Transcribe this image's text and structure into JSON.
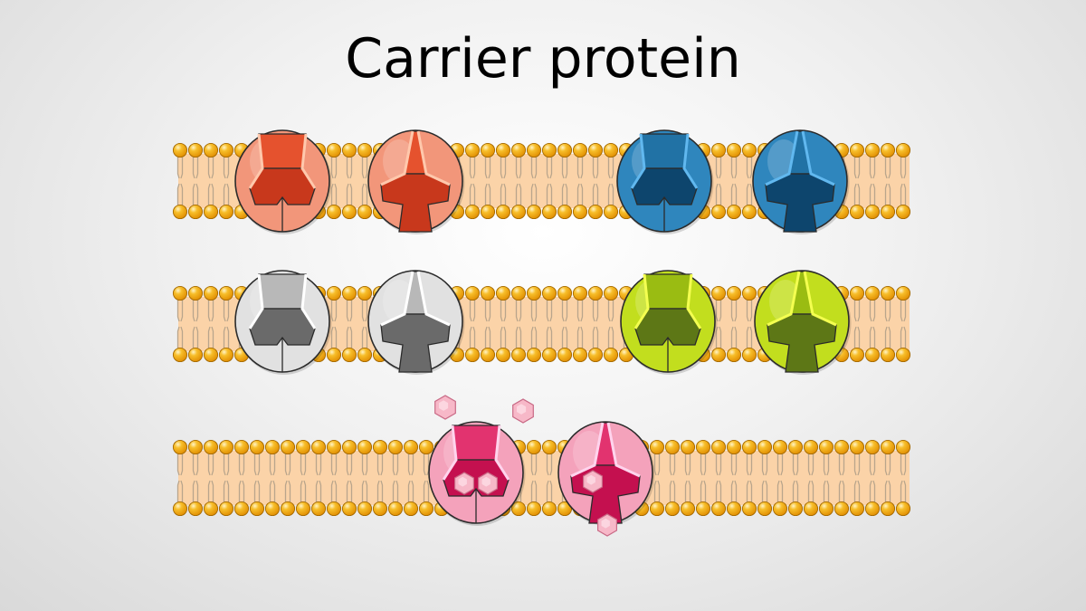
{
  "title": "Carrier protein",
  "colors": {
    "membrane_fill": "#fbd3a8",
    "head_fill": "#f3a710",
    "head_stroke": "#a56a00",
    "tail_stroke": "#b9a58c",
    "protein_outline": "#2b2b2b",
    "solute_fill": "#f7b8c8"
  },
  "membranes": [
    {
      "name": "membrane-row-1",
      "proteins": [
        {
          "theme": "orange",
          "state": "outward-closed"
        },
        {
          "theme": "orange",
          "state": "inward-open"
        },
        {
          "theme": "blue",
          "state": "outward-closed"
        },
        {
          "theme": "blue",
          "state": "inward-open"
        }
      ]
    },
    {
      "name": "membrane-row-2",
      "proteins": [
        {
          "theme": "gray",
          "state": "outward-closed"
        },
        {
          "theme": "gray",
          "state": "inward-open"
        },
        {
          "theme": "green",
          "state": "outward-closed"
        },
        {
          "theme": "green",
          "state": "inward-open"
        }
      ]
    },
    {
      "name": "membrane-row-3",
      "proteins": [
        {
          "theme": "pink",
          "state": "outward-closed",
          "bound_solutes": 2
        },
        {
          "theme": "pink",
          "state": "inward-open",
          "bound_solutes": 2
        }
      ],
      "free_solutes": 2
    }
  ],
  "themes": {
    "orange": {
      "outer": "#f2967a",
      "inner": "#c8381c",
      "top": "#e5522e"
    },
    "blue": {
      "outer": "#2f86bd",
      "inner": "#0d456d",
      "top": "#2172a5"
    },
    "gray": {
      "outer": "#e1e1e1",
      "inner": "#6a6a6a",
      "top": "#b8b8b8"
    },
    "green": {
      "outer": "#c2de1e",
      "inner": "#5d7716",
      "top": "#9abc12"
    },
    "pink": {
      "outer": "#f4a2bb",
      "inner": "#c4104f",
      "top": "#e2336f"
    }
  }
}
